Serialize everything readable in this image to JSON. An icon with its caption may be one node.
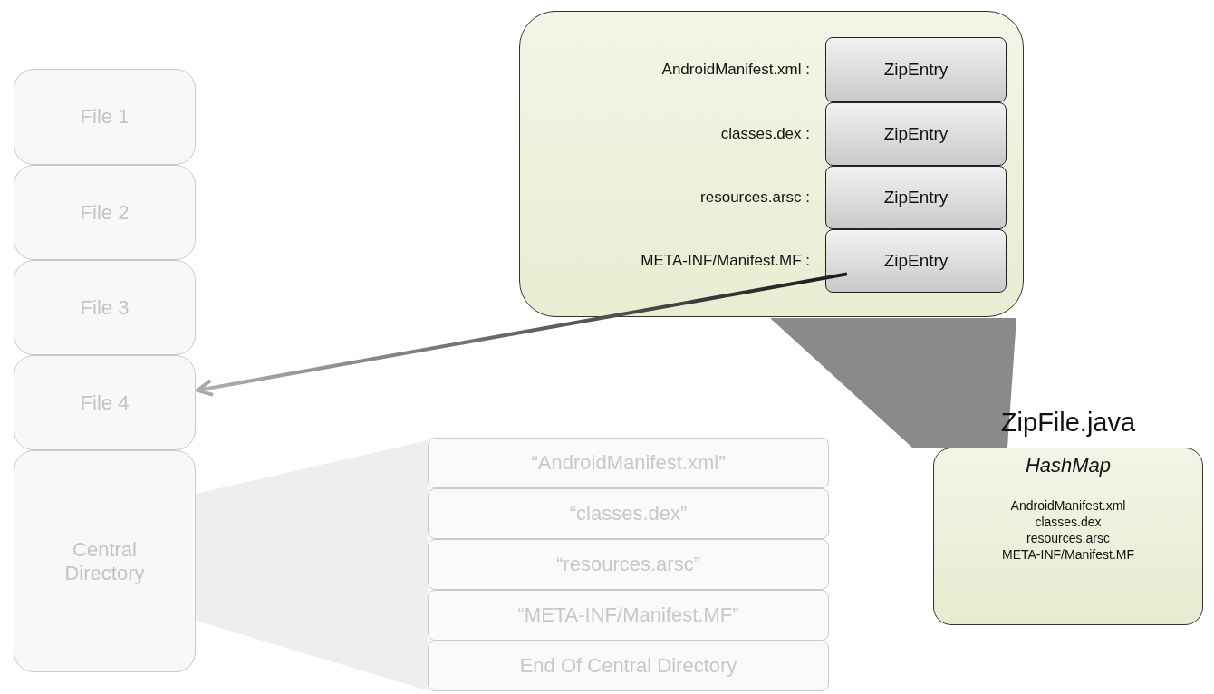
{
  "diagram": {
    "nodes": [
      {
        "text": [
          "File 1"
        ]
      },
      {
        "text": [
          "File 2"
        ]
      },
      {
        "text": [
          "File 3"
        ]
      },
      {
        "text": [
          "File 4"
        ]
      },
      {
        "text": [
          "Central Directory"
        ]
      },
      {
        "text": [
          "“AndroidManifest.xml”"
        ]
      },
      {
        "text": [
          "“classes.dex”"
        ]
      },
      {
        "text": [
          "“resources.arsc”"
        ]
      },
      {
        "text": [
          "“META-INF/Manifest.MF”"
        ]
      },
      {
        "text": [
          "End Of Central Directory"
        ]
      },
      {
        "text": [],
        "shape": "box"
      },
      {
        "text": [
          "ZipEntry"
        ],
        "in": 10,
        "beside": [
          "AndroidManifest.xml :"
        ]
      },
      {
        "text": [
          "ZipEntry"
        ],
        "in": 10,
        "beside": [
          "classes.dex :"
        ]
      },
      {
        "text": [
          "ZipEntry"
        ],
        "in": 10,
        "beside": [
          "resources.arsc :"
        ]
      },
      {
        "text": [
          "ZipEntry"
        ],
        "in": 10,
        "beside": [
          "META-INF/Manifest.MF :"
        ]
      },
      {
        "text": [
          "ZipFile.java",
          "HashMap",
          "AndroidManifest.xml",
          "classes.dex",
          "resources.arsc",
          "META-INF/Manifest.MF"
        ]
      },
      {
        "text": [],
        "shape": "wedge"
      },
      {
        "text": [],
        "shape": "wedge"
      }
    ],
    "edges": [
      {
        "from": 14,
        "to": 3,
        "arrow": "to"
      }
    ]
  }
}
